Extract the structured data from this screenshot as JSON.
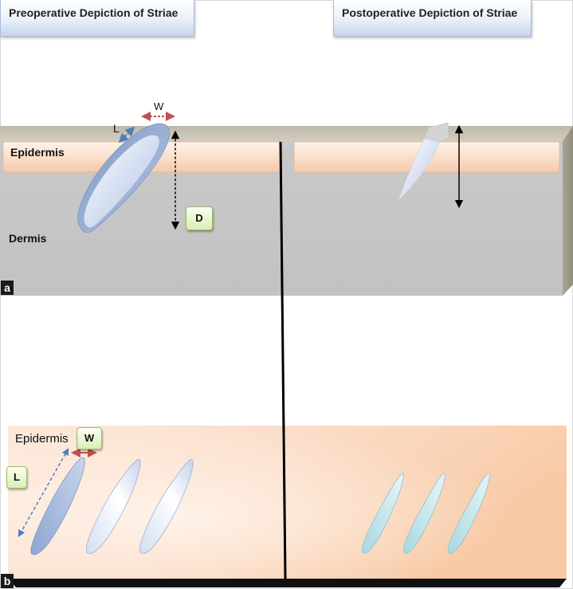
{
  "titles": {
    "left": "Preoperative Depiction of Striae",
    "right": "Postoperative Depiction of Striae"
  },
  "panel_a": {
    "tag": "a",
    "epidermis_label": "Epidermis",
    "dermis_label": "Dermis",
    "width_label": "W",
    "length_label": "L",
    "depth_badge": "D"
  },
  "panel_b": {
    "tag": "b",
    "epidermis_label": "Epidermis",
    "width_badge": "W",
    "length_badge": "L"
  },
  "colors": {
    "dermis": "#c6c6c6",
    "epidermis": "#fbe3d0",
    "skin_top": "#c7c2b3",
    "stria_blue": "#9fb5d8",
    "healed_stria": "#bfe3ea",
    "dimension_arrow_red": "#c05050",
    "dimension_arrow_blue": "#4d7fb8"
  }
}
